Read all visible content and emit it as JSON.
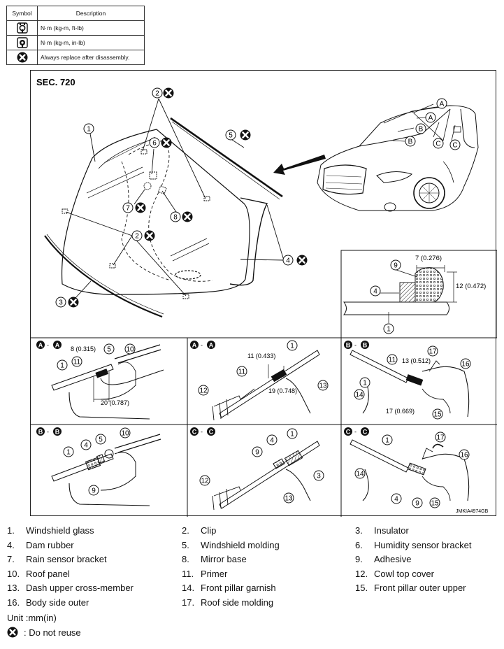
{
  "symbol_table": {
    "headers": {
      "symbol": "Symbol",
      "description": "Description"
    },
    "rows": [
      {
        "icon": "torque-wrench-ftlb-icon",
        "description": "N·m (kg-m, ft-lb)"
      },
      {
        "icon": "torque-wrench-inlb-icon",
        "description": "N·m (kg-m, in-lb)"
      },
      {
        "icon": "do-not-reuse-icon",
        "description": "Always replace after disassembly."
      }
    ]
  },
  "figure": {
    "section": "SEC. 720",
    "code": "JMKIA4974GB",
    "section_views": [
      "A",
      "A",
      "B",
      "B",
      "C",
      "C"
    ],
    "view_letters": [
      "A",
      "A",
      "B",
      "B",
      "C",
      "C"
    ],
    "dims": {
      "ins_w": "7 (0.276)",
      "ins_h": "12 (0.472)",
      "aa_8": "8 (0.315)",
      "aa_20": "20 (0.787)",
      "bb_11": "11 (0.433)",
      "bb_19": "19 (0.748)",
      "cc_13": "13 (0.512)",
      "cc_17": "17 (0.669)"
    },
    "callouts": [
      "1",
      "2",
      "3",
      "4",
      "5",
      "6",
      "7",
      "8",
      "9",
      "10",
      "11",
      "12",
      "13",
      "14",
      "15",
      "16",
      "17"
    ]
  },
  "legend": {
    "rows": [
      [
        {
          "num": "1.",
          "label": "Windshield glass"
        },
        {
          "num": "2.",
          "label": "Clip"
        },
        {
          "num": "3.",
          "label": "Insulator"
        }
      ],
      [
        {
          "num": "4.",
          "label": "Dam rubber"
        },
        {
          "num": "5.",
          "label": "Windshield molding"
        },
        {
          "num": "6.",
          "label": "Humidity sensor bracket"
        }
      ],
      [
        {
          "num": "7.",
          "label": "Rain sensor bracket"
        },
        {
          "num": "8.",
          "label": "Mirror base"
        },
        {
          "num": "9.",
          "label": "Adhesive"
        }
      ],
      [
        {
          "num": "10.",
          "label": "Roof panel"
        },
        {
          "num": "11.",
          "label": "Primer"
        },
        {
          "num": "12.",
          "label": "Cowl top cover"
        }
      ],
      [
        {
          "num": "13.",
          "label": "Dash upper cross-member"
        },
        {
          "num": "14.",
          "label": "Front pillar garnish"
        },
        {
          "num": "15.",
          "label": "Front pillar outer upper"
        }
      ],
      [
        {
          "num": "16.",
          "label": "Body side outer"
        },
        {
          "num": "17.",
          "label": "Roof side molding"
        }
      ]
    ],
    "unit": "Unit :mm(in)",
    "do_not_reuse": ": Do not reuse"
  }
}
